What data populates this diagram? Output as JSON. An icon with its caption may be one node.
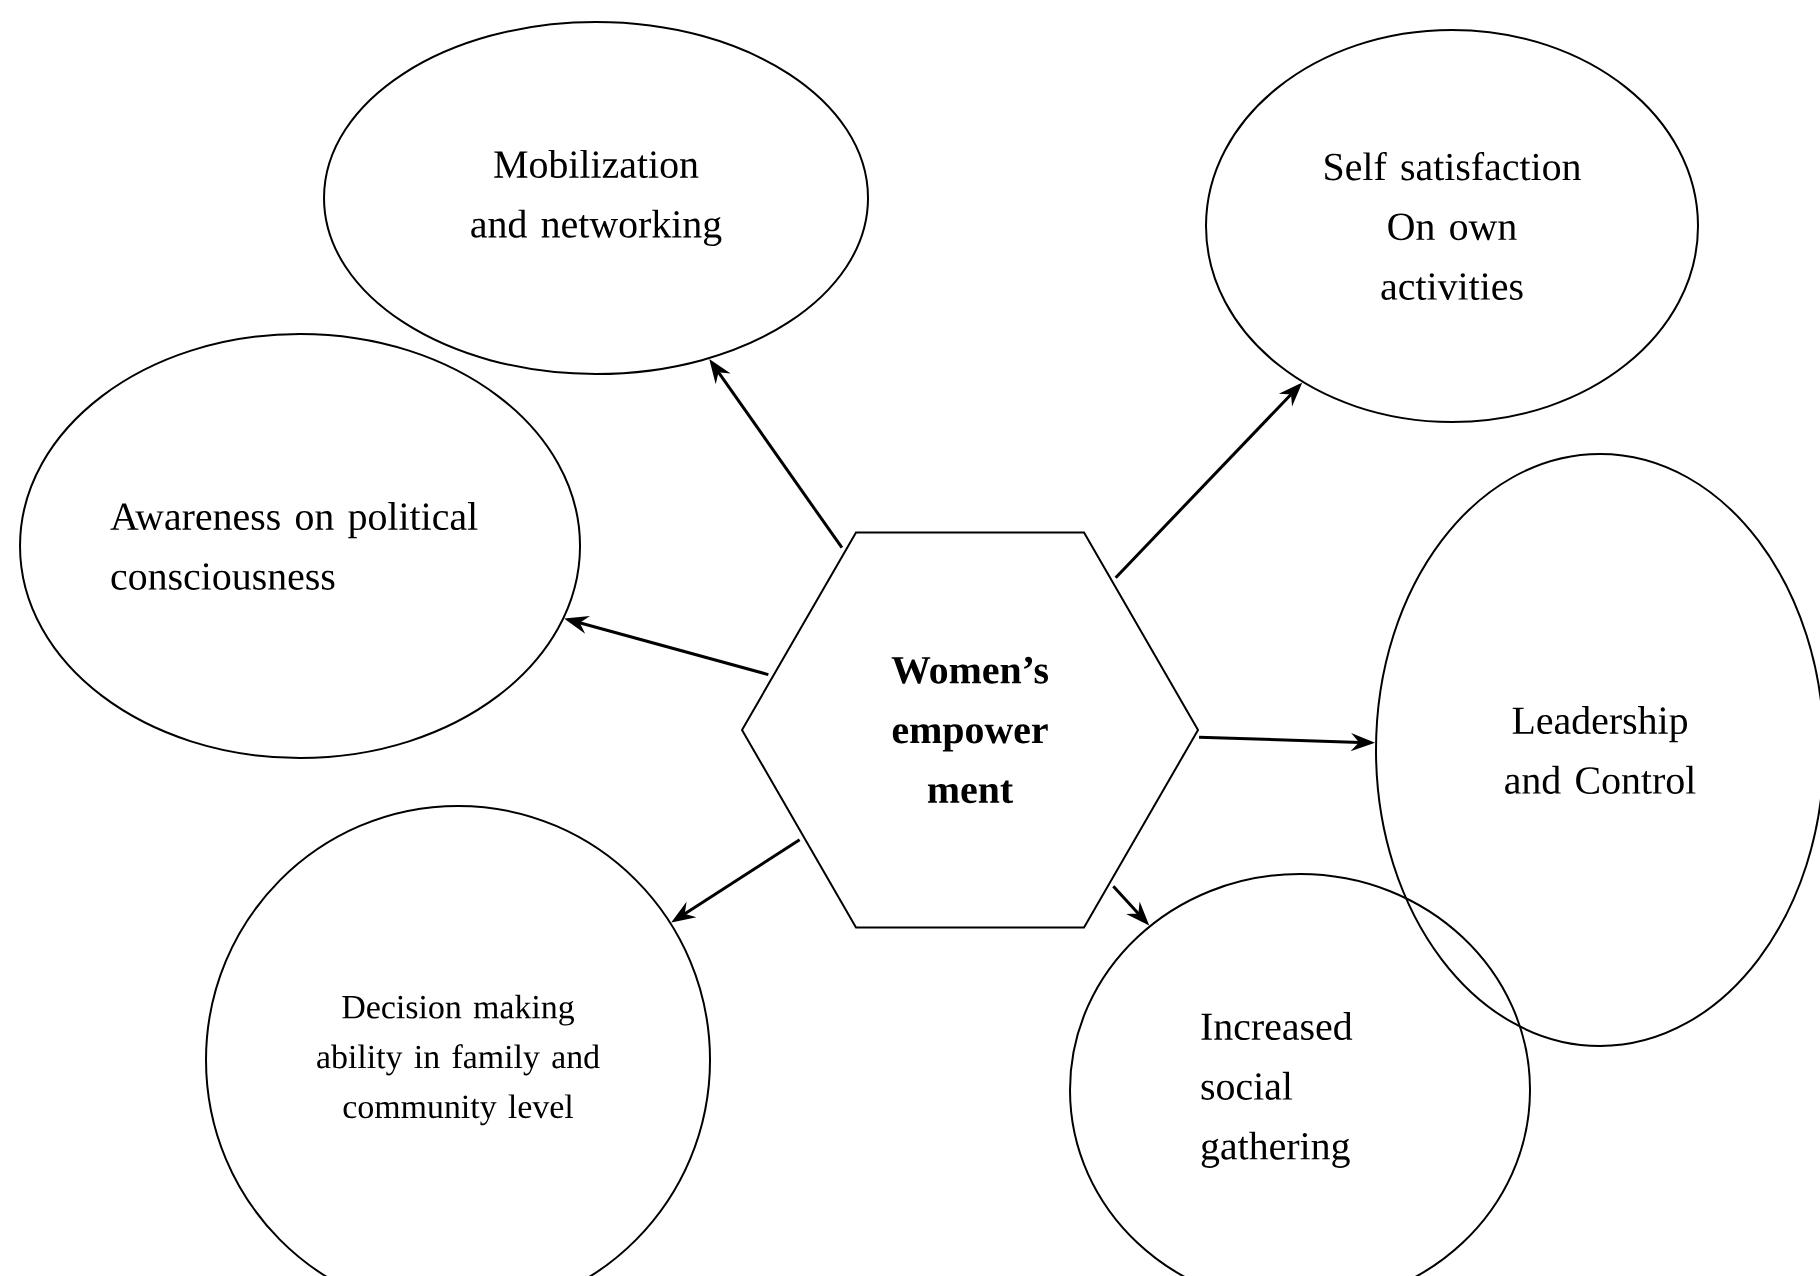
{
  "diagram": {
    "nodes": [
      {
        "text": [
          "Women’s empower ment"
        ]
      },
      {
        "text": [
          "Mobilization and networking"
        ]
      },
      {
        "text": [
          "Self satisfaction On own activities"
        ]
      },
      {
        "text": [
          "Awareness on political consciousness"
        ]
      },
      {
        "text": [
          "Leadership and Control"
        ]
      },
      {
        "text": [
          "Decision making ability in family and community level"
        ]
      },
      {
        "text": [
          "Increased social gathering"
        ]
      }
    ],
    "edges": [
      {
        "from": 0,
        "to": 1,
        "arrow": "to"
      },
      {
        "from": 0,
        "to": 2,
        "arrow": "to"
      },
      {
        "from": 0,
        "to": 3,
        "arrow": "to"
      },
      {
        "from": 0,
        "to": 4,
        "arrow": "to"
      },
      {
        "from": 0,
        "to": 5,
        "arrow": "to"
      },
      {
        "from": 0,
        "to": 6,
        "arrow": "to"
      }
    ]
  }
}
